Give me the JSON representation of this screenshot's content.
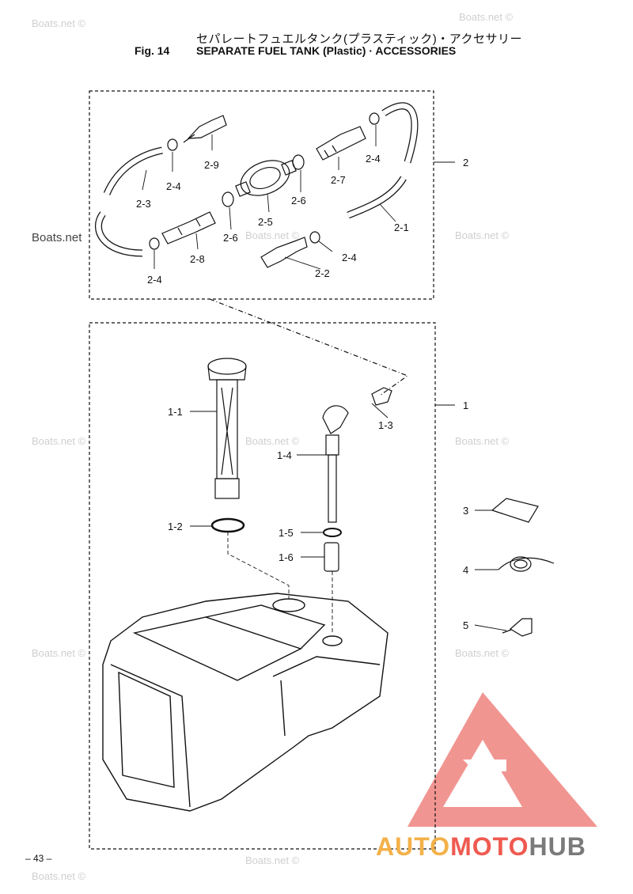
{
  "header": {
    "title_jp": "セパレートフュエルタンク(プラスティック)・アクセサリー",
    "fig_label": "Fig. 14",
    "title_en": "SEPARATE FUEL TANK (Plastic) · ACCESSORIES"
  },
  "watermark": "Boats.net ©",
  "watermark_dark": "Boats.net",
  "page_number": "– 43 –",
  "brand": {
    "part1": "AUTO",
    "part2": "MOTO",
    "part3": "HUB"
  },
  "colors": {
    "brand_orange": "#f3b14a",
    "brand_red": "#ef5a50",
    "brand_gray": "#7a7a7a",
    "logo_red": "#f08a86",
    "line": "#111111"
  },
  "callouts": {
    "c2": "2",
    "c2_1": "2-1",
    "c2_2": "2-2",
    "c2_3": "2-3",
    "c2_4a": "2-4",
    "c2_4b": "2-4",
    "c2_4c": "2-4",
    "c2_4d": "2-4",
    "c2_5": "2-5",
    "c2_6a": "2-6",
    "c2_6b": "2-6",
    "c2_7": "2-7",
    "c2_8": "2-8",
    "c2_9": "2-9",
    "c1": "1",
    "c1_1": "1-1",
    "c1_2": "1-2",
    "c1_3": "1-3",
    "c1_4": "1-4",
    "c1_5": "1-5",
    "c1_6": "1-6",
    "c3": "3",
    "c4": "4",
    "c5": "5"
  }
}
